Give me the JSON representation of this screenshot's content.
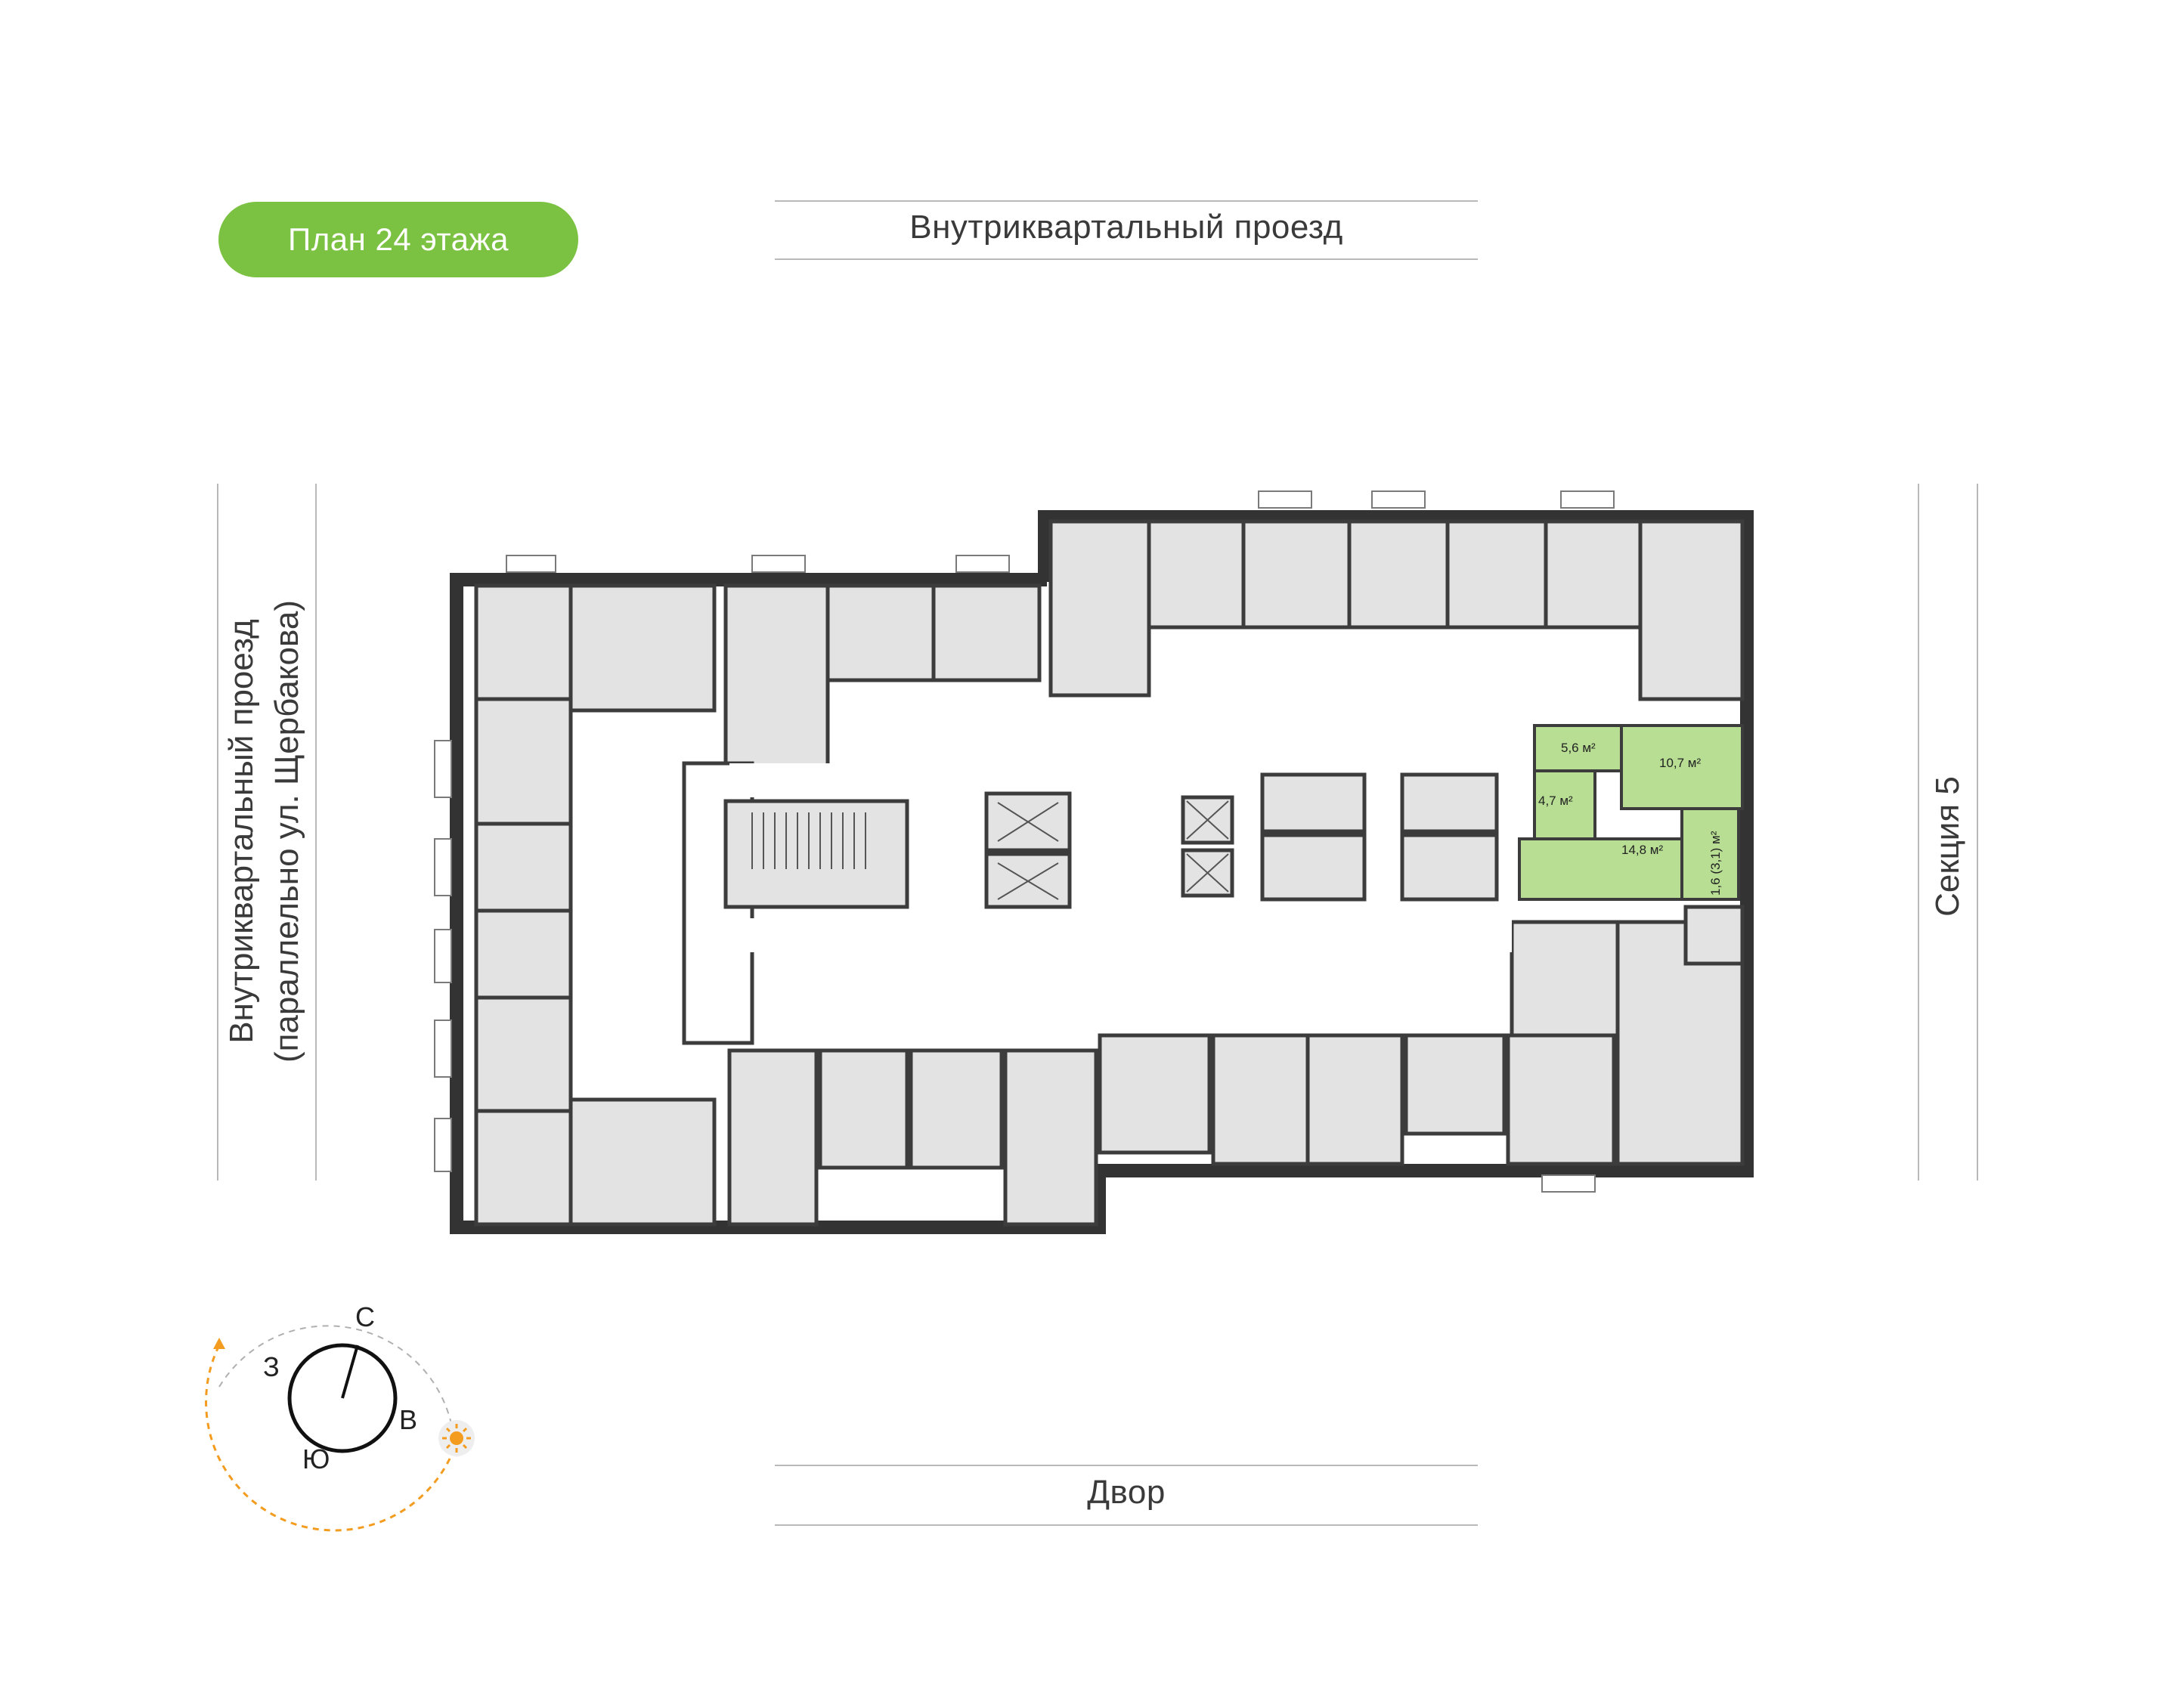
{
  "floor_badge": "План 24 этажа",
  "streets": {
    "top": "Внутриквартальный проезд",
    "bottom": "Двор",
    "left_line1": "Внутриквартальный проезд",
    "left_line2": "(параллельно ул. Щербакова)",
    "right": "Секция 5"
  },
  "highlighted_apartment": {
    "rooms": [
      {
        "name": "room-a",
        "area": "5,6 м²"
      },
      {
        "name": "room-b",
        "area": "10,7 м²"
      },
      {
        "name": "room-c",
        "area": "4,7 м²"
      },
      {
        "name": "room-d",
        "area": "14,8 м²"
      },
      {
        "name": "room-e",
        "area": "1,6 (3,1) м²"
      }
    ]
  },
  "compass": {
    "north": "С",
    "east": "В",
    "south": "Ю",
    "west": "З"
  },
  "colors": {
    "accent_green": "#7cc242",
    "apartment_highlight": "#b7de93",
    "room_fill": "#e3e3e3",
    "wall": "#333333",
    "sun_orange": "#f39c1f"
  }
}
